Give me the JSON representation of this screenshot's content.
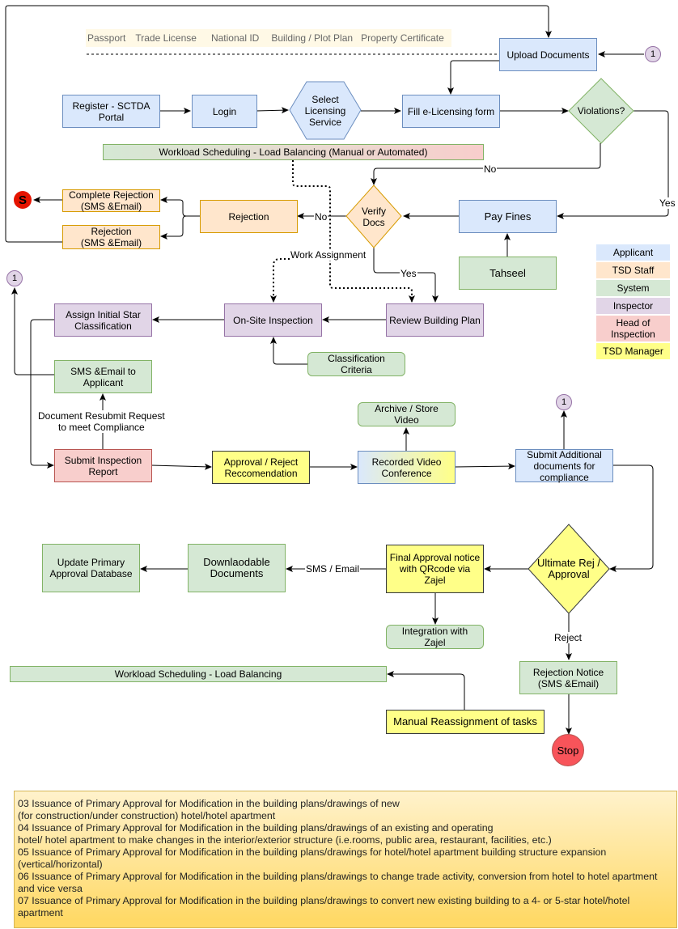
{
  "docs_bar": {
    "items": [
      "Passport",
      "Trade License",
      "National ID",
      "Building / Plot Plan",
      "Property Certificate"
    ]
  },
  "nodes": {
    "upload_documents": "Upload Documents",
    "register_portal": "Register - SCTDA\nPortal",
    "login": "Login",
    "select_service": "Select\nLicensing\nService",
    "fill_form": "Fill e-Licensing form",
    "violations": "Violations?",
    "workload_top": "Workload Scheduling - Load Balancing (Manual or Automated)",
    "complete_rejection": "Complete Rejection\n(SMS &Email)",
    "rejection_sms": "Rejection\n(SMS &Email)",
    "rejection": "Rejection",
    "verify_docs": "Verify\nDocs",
    "pay_fines": "Pay Fines",
    "tahseel": "Tahseel",
    "assign_star": "Assign Initial Star\nClassification",
    "onsite_inspection": "On-Site Inspection",
    "review_plan": "Review Building Plan",
    "classification_criteria": "Classification\nCriteria",
    "sms_applicant": "SMS &Email to\nApplicant",
    "archive_video": "Archive / Store\nVideo",
    "submit_report": "Submit Inspection\nReport",
    "approval_recommendation": "Approval / Reject\nReccomendation",
    "video_conference": "Recorded Video\nConference",
    "submit_additional": "Submit Additional\ndocuments for\ncompliance",
    "update_database": "Update Primary\nApproval Database",
    "downloadable_docs": "Downlaodable\nDocuments",
    "final_approval": "Final Approval notice\nwith QRcode via\nZajel",
    "ultimate_decision": "Ultimate Rej /\nApproval",
    "integration_zajel": "Integration with\nZajel",
    "workload_bottom": "Workload Scheduling - Load Balancing",
    "rejection_notice": "Rejection Notice\n(SMS &Email)",
    "manual_reassignment": "Manual Reassignment of tasks",
    "stop": "Stop",
    "start_marker": "S",
    "connector_ref": "1"
  },
  "edge_labels": {
    "no_violation": "No",
    "yes_violation": "Yes",
    "no_verify": "No",
    "yes_verify": "Yes",
    "work_assignment": "Work Assignment",
    "resubmit_request": "Document Resubmit Request\nto meet Compliance",
    "sms_email": "SMS / Email",
    "reject": "Reject"
  },
  "legend": [
    {
      "label": "Applicant",
      "color": "#dae8fc"
    },
    {
      "label": "TSD Staff",
      "color": "#ffe6cc"
    },
    {
      "label": "System",
      "color": "#d5e8d4"
    },
    {
      "label": "Inspector",
      "color": "#e1d5e7"
    },
    {
      "label": "Head of\nInspection",
      "color": "#f8cecc"
    },
    {
      "label": "TSD Manager",
      "color": "#ffff88"
    }
  ],
  "notes": [
    "03 Issuance of Primary Approval for Modification in the building plans/drawings of new",
    "(for construction/under construction) hotel/hotel apartment",
    "04 Issuance of Primary Approval for Modification in the building plans/drawings of an existing and operating",
    "hotel/ hotel apartment to make changes in the interior/exterior structure (i.e.rooms, public area, restaurant, facilities, etc.)",
    "05 Issuance of Primary Approval for Modification in the building plans/drawings for hotel/hotel apartment building structure expansion (vertical/horizontal)",
    "06 Issuance of Primary Approval for Modification in the building plans/drawings to change trade activity, conversion from hotel to hotel apartment and vice versa",
    "07 Issuance of Primary Approval for Modification in the building plans/drawings to convert new existing building to a 4- or 5-star hotel/hotel apartment"
  ]
}
